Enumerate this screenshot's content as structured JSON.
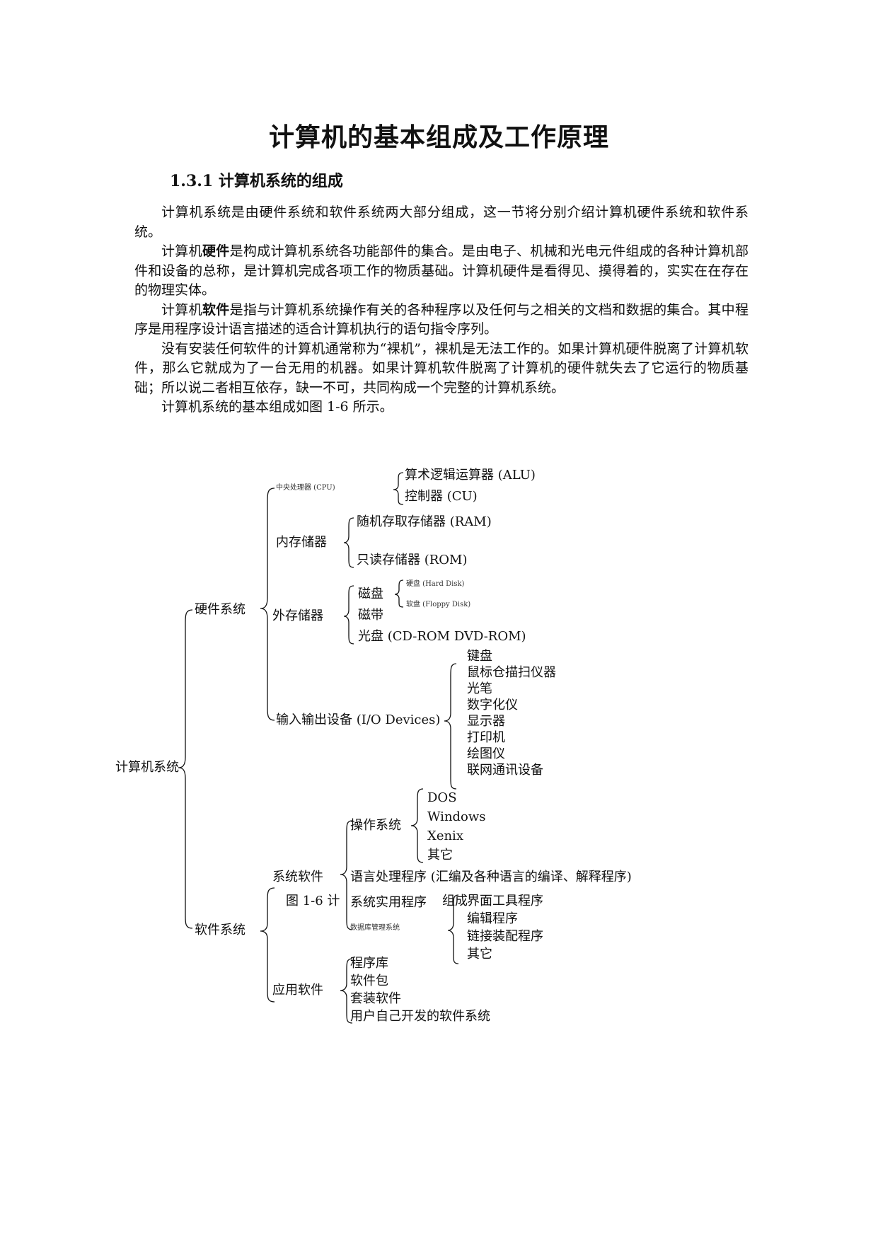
{
  "title": "计算机的基本组成及工作原理",
  "section": "1.3.1  计算机系统的组成",
  "paragraphs": {
    "p1": "计算机系统是由硬件系统和软件系统两大部分组成，这一节将分别介绍计算机硬件系统和软件系统。",
    "p2_pre": "计算机",
    "p2_bold": "硬件",
    "p2_post": "是构成计算机系统各功能部件的集合。是由电子、机械和光电元件组成的各种计算机部件和设备的总称，是计算机完成各项工作的物质基础。计算机硬件是看得见、摸得着的，实实在在存在的物理实体。",
    "p3_pre": "计算机",
    "p3_bold": "软件",
    "p3_post": "是指与计算机系统操作有关的各种程序以及任何与之相关的文档和数据的集合。其中程序是用程序设计语言描述的适合计算机执行的语句指令序列。",
    "p4": "没有安装任何软件的计算机通常称为“裸机”，裸机是无法工作的。如果计算机硬件脱离了计算机软件，那么它就成为了一台无用的机器。如果计算机软件脱离了计算机的硬件就失去了它运行的物质基础；所以说二者相互依存，缺一不可，共同构成一个完整的计算机系统。",
    "p5": "计算机系统的基本组成如图 1-6  所示。"
  },
  "diagram": {
    "root": "计算机系统",
    "hardware": "硬件系统",
    "cpu": "中央处理器 (CPU)",
    "alu": "算术逻辑运算器  (ALU)",
    "cu": "控制器  (CU)",
    "memory": "内存储器",
    "ram": "随机存取存储器  (RAM)",
    "rom": "只读存储器  (ROM)",
    "external": "外存储器",
    "disk": "磁盘",
    "hard_disk": "硬盘  (Hard Disk)",
    "floppy": "软盘  (Floppy Disk)",
    "tape": "磁带",
    "optical": "光盘  (CD-ROM    DVD-ROM)",
    "io": "输入输出设备  (I/O Devices)",
    "io_items": [
      "键盘",
      "鼠标仓描扫仪器",
      "光笔",
      "数字化仪",
      "显示器",
      "打印机",
      "绘图仪",
      "联网通讯设备"
    ],
    "software": "软件系统",
    "system_software": "系统软件",
    "os": "操作系统",
    "os_items": [
      "DOS",
      "Windows",
      "Xenix",
      "其它"
    ],
    "lang": "语言处理程序  (汇编及各种语言的编译、解释程序)",
    "utility": "系统实用程序",
    "utility_items": [
      "界面工具程序",
      "编辑程序",
      "链接装配程序",
      "其它"
    ],
    "dbms": "数据库管理系统",
    "application": "应用软件",
    "app_items": [
      "程序库",
      "软件包",
      "套装软件",
      "用户自己开发的软件系统"
    ],
    "caption_fragment_a": "图 1-6    计",
    "caption_fragment_b": "组成"
  }
}
